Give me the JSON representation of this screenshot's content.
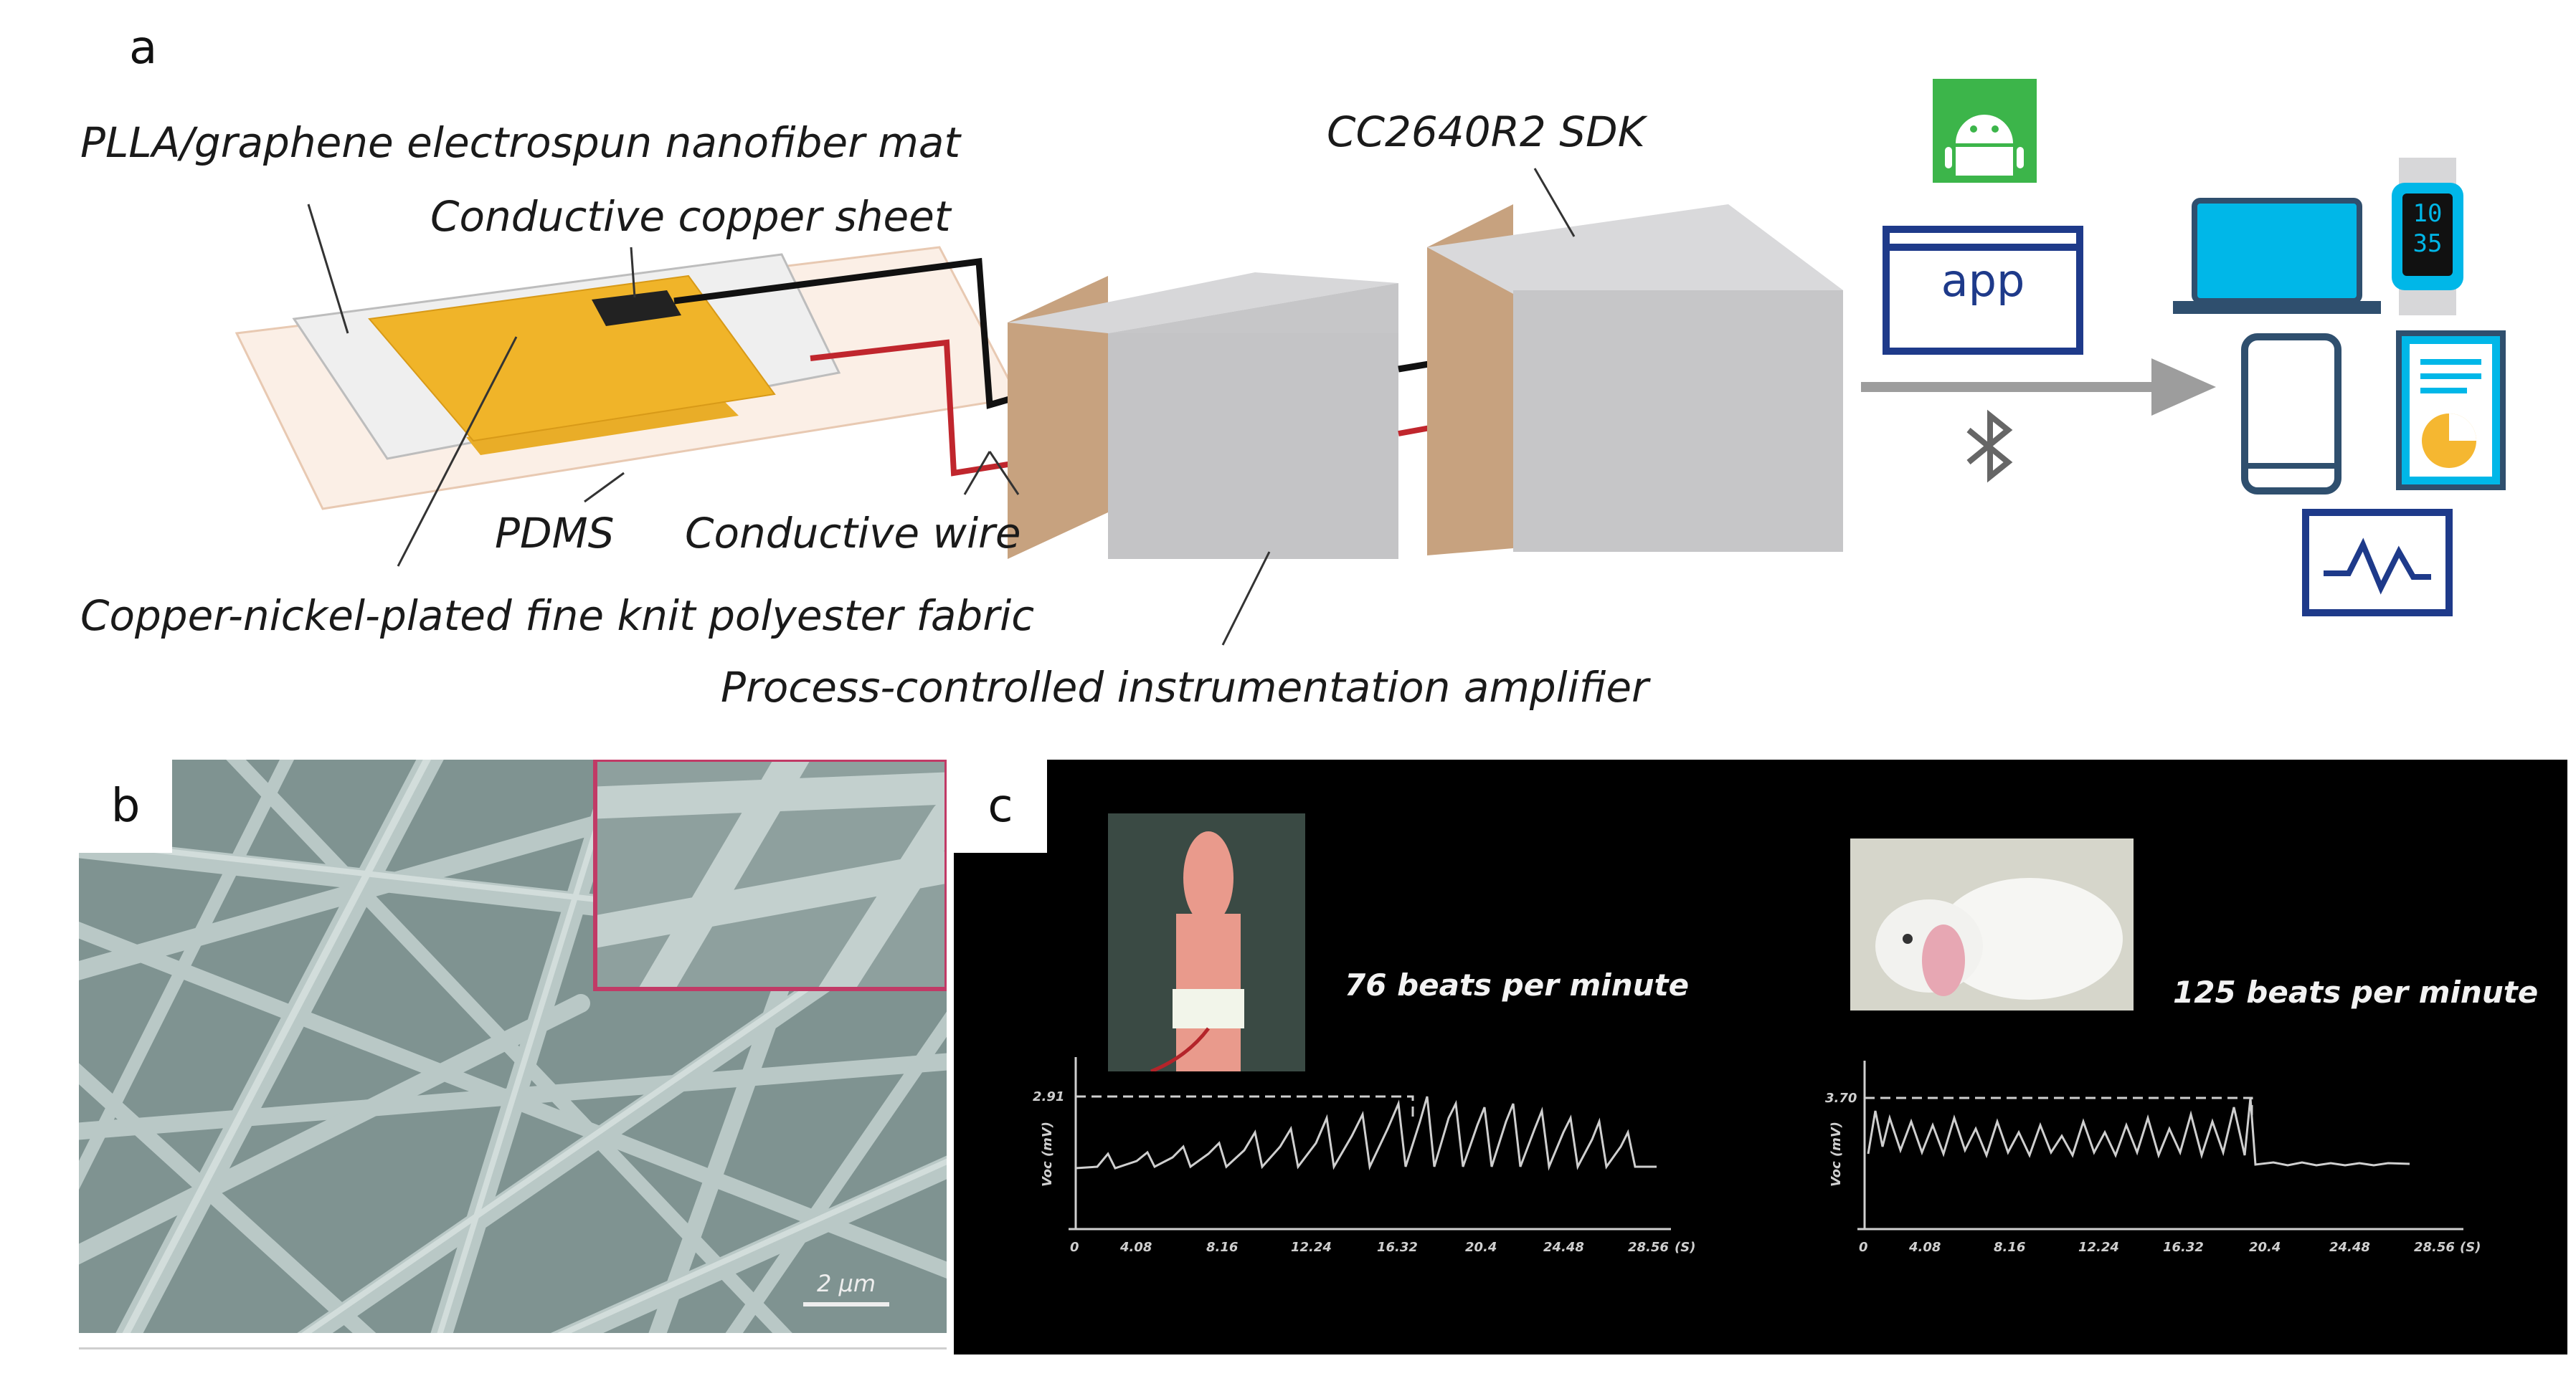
{
  "panel_a": {
    "letter": "a",
    "labels": {
      "nanofiber_mat": "PLLA/graphene electrospun nanofiber mat",
      "copper_sheet": "Conductive copper sheet",
      "pdms": "PDMS",
      "conductive_wire": "Conductive wire",
      "fabric": "Copper-nickel-plated fine knit polyester fabric",
      "amplifier": "Process-controlled instrumentation amplifier",
      "sdk": "CC2640R2 SDK"
    },
    "app_label": "app",
    "watch_time_hour": "10",
    "watch_time_min": "35",
    "icons": [
      "android-icon",
      "bluetooth-icon",
      "laptop-icon",
      "smartwatch-icon",
      "phone-icon",
      "tablet-report-icon",
      "monitor-waveform-icon"
    ],
    "colors": {
      "pad": "#f0b429",
      "box_front": "#cfcfd1",
      "box_side": "#c9a88a",
      "arrow": "#9d9d9d",
      "device_blue": "#00b7e8",
      "device_frame": "#2f4f6e",
      "android_green": "#3cb54a",
      "app_blue": "#1e3a8a"
    }
  },
  "panel_b": {
    "letter": "b",
    "scale_bar": "2 μm"
  },
  "panel_c": {
    "letter": "c",
    "left": {
      "beats": "76 beats per minute",
      "peak_label": "2.91",
      "y_axis": "Voc (mV)",
      "x_ticks": [
        "0",
        "4.08",
        "8.16",
        "12.24",
        "16.32",
        "20.4",
        "24.48",
        "28.56",
        "(S)"
      ]
    },
    "right": {
      "beats": "125 beats per minute",
      "peak_label": "3.70",
      "y_axis": "Voc (mV)",
      "x_ticks": [
        "0",
        "4.08",
        "8.16",
        "12.24",
        "16.32",
        "20.4",
        "24.48",
        "28.56",
        "(S)"
      ]
    }
  }
}
